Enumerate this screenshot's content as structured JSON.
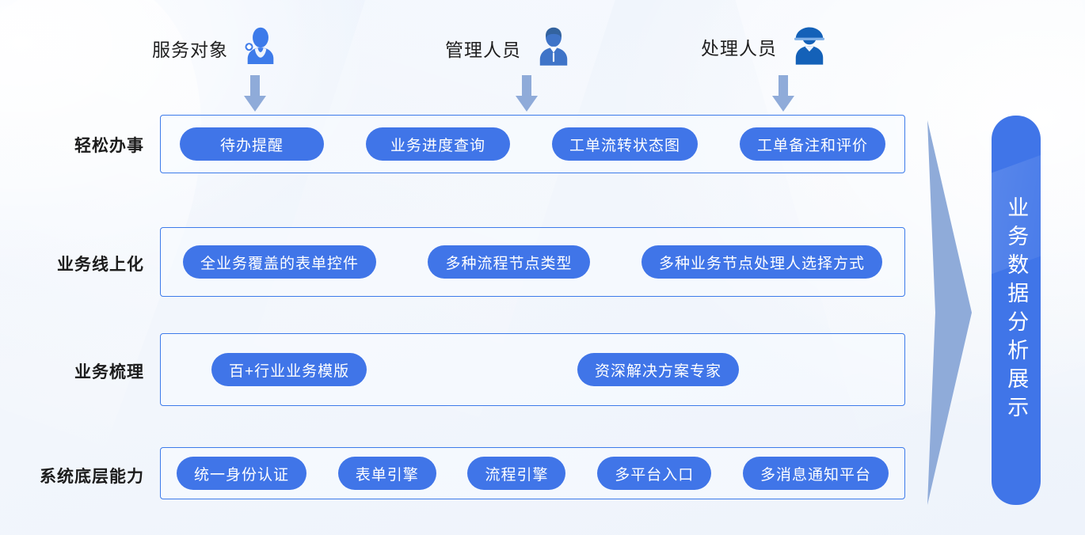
{
  "theme": {
    "accent": "#4075e8",
    "border": "#3d7bea",
    "background": "#f2f6fc",
    "arrow_fill": "#8fabd9",
    "label_color": "#1c1c1c"
  },
  "personas": [
    {
      "label": "服务对象",
      "icon": "service-person-icon"
    },
    {
      "label": "管理人员",
      "icon": "manager-person-icon"
    },
    {
      "label": "处理人员",
      "icon": "worker-helmet-person-icon"
    }
  ],
  "rows": [
    {
      "label": "轻松办事",
      "items": [
        "待办提醒",
        "业务进度查询",
        "工单流转状态图",
        "工单备注和评价"
      ]
    },
    {
      "label": "业务线上化",
      "items": [
        "全业务覆盖的表单控件",
        "多种流程节点类型",
        "多种业务节点处理人选择方式"
      ]
    },
    {
      "label": "业务梳理",
      "items": [
        "百+行业业务模版",
        "资深解决方案专家"
      ]
    },
    {
      "label": "系统底层能力",
      "items": [
        "统一身份认证",
        "表单引擎",
        "流程引擎",
        "多平台入口",
        "多消息通知平台"
      ]
    }
  ],
  "side_banner": {
    "text": "业务数据分析展示",
    "arrow_icon": "right-chevron-arrow-icon"
  }
}
